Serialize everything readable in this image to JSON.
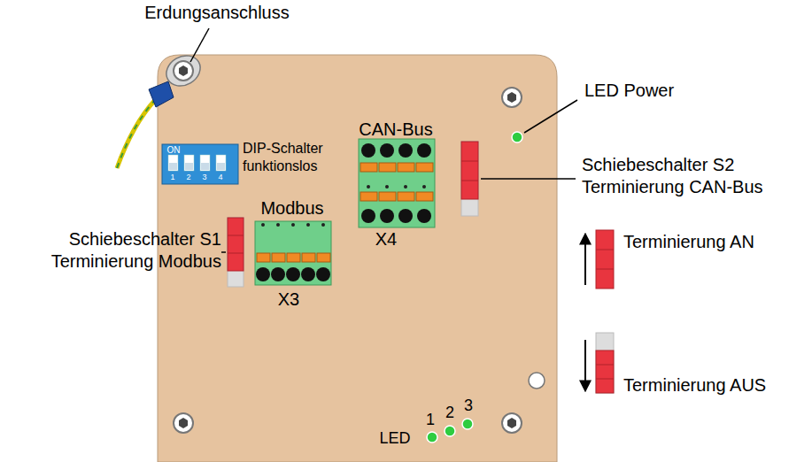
{
  "diagram": {
    "labels": [
      "Erdungsanschluss",
      "LED Power",
      "CAN-Bus",
      "Schiebeschalter S2 Terminierung CAN-Bus",
      "ON",
      "1",
      "2",
      "3",
      "4",
      "DIP-Schalter funktionslos",
      "Modbus",
      "X4",
      "Schiebeschalter S1 Terminierung Modbus",
      "X3",
      "Terminierung AN",
      "Terminierung AUS",
      "LED",
      "1",
      "2",
      "3"
    ]
  }
}
